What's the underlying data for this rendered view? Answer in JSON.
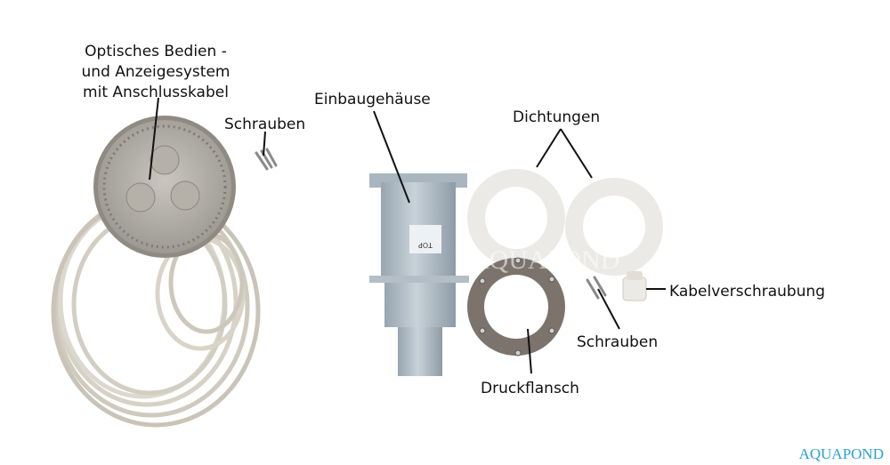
{
  "labels": {
    "control_system": [
      "Optisches Bedien -",
      "und Anzeigesystem",
      "mit Anschlusskabel"
    ],
    "screws_left": "Schrauben",
    "housing": "Einbaugehäuse",
    "seals": "Dichtungen",
    "cable_gland": "Kabelverschraubung",
    "screws_right": "Schrauben",
    "pressure_flange": "Druckflansch"
  },
  "housing_sticker": "TOP",
  "watermark": "AQUAPOND",
  "logo": "AQUAPOND",
  "colors": {
    "logo": "#2a9fd6",
    "housing": "#b9c4cc",
    "cable": "#d8d4c8",
    "flange": "#7c746c"
  }
}
